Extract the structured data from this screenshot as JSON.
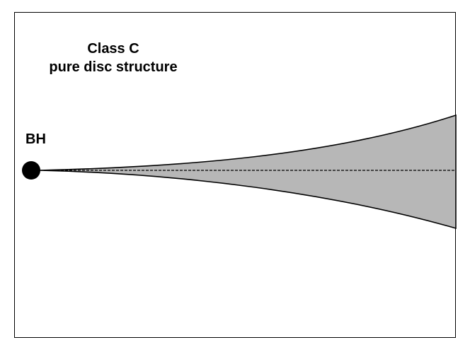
{
  "diagram": {
    "class_label": "Class C",
    "subtitle": "pure disc structure",
    "bh_label": "BH",
    "colors": {
      "disc_fill": "#b7b7b7",
      "outline": "#000000",
      "black_hole": "#000000",
      "background": "#ffffff"
    },
    "elements": [
      "black-hole",
      "accretion-disc",
      "midplane-dashed-line"
    ]
  }
}
